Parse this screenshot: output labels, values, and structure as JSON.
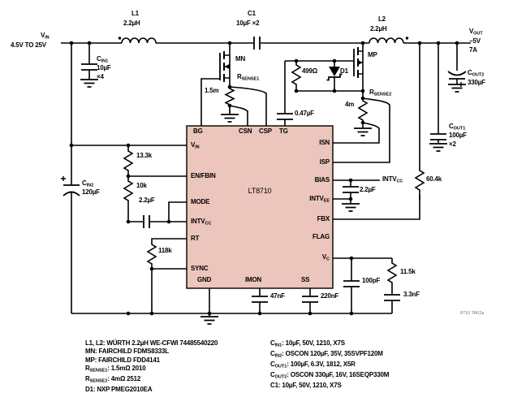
{
  "colors": {
    "ic_fill": "#ecc5bc",
    "line": "#000000",
    "watermark": "#777777"
  },
  "ic": {
    "part": "LT8710",
    "pins": {
      "bg": "BG",
      "csn": "CSN",
      "csp": "CSP",
      "tg": "TG",
      "vin": [
        [
          "t",
          "V"
        ],
        [
          "s",
          "IN"
        ]
      ],
      "enfbin": "EN/FBIN",
      "mode": "MODE",
      "intvcc": [
        [
          "t",
          "INTV"
        ],
        [
          "s",
          "CC"
        ]
      ],
      "rt": "RT",
      "sync": "SYNC",
      "gnd": "GND",
      "imon": "IMON",
      "ss": "SS",
      "isn": "ISN",
      "isp": "ISP",
      "bias": "BIAS",
      "intvee": [
        [
          "t",
          "INTV"
        ],
        [
          "s",
          "EE"
        ]
      ],
      "fbx": "FBX",
      "flag": "FLAG",
      "vc": [
        [
          "t",
          "V"
        ],
        [
          "s",
          "C"
        ]
      ]
    }
  },
  "terminals": {
    "vin": {
      "name": [
        [
          "t",
          "V"
        ],
        [
          "s",
          "IN"
        ]
      ],
      "range": "4.5V TO 25V"
    },
    "vout": {
      "name": [
        [
          "t",
          "V"
        ],
        [
          "s",
          "OUT"
        ]
      ],
      "voltage": "−5V",
      "current": "7A"
    }
  },
  "components": {
    "l1": {
      "name": "L1",
      "value": "2.2µH"
    },
    "l2": {
      "name": "L2",
      "value": "2.2µH"
    },
    "c1": {
      "name": "C1",
      "value": "10µF ×2"
    },
    "cin1": {
      "name": [
        [
          "t",
          "C"
        ],
        [
          "s",
          "IN1"
        ]
      ],
      "value": "10µF",
      "qty": "×4"
    },
    "cin2": {
      "name": [
        [
          "t",
          "C"
        ],
        [
          "s",
          "IN2"
        ]
      ],
      "value": "120µF"
    },
    "cout1": {
      "name": [
        [
          "t",
          "C"
        ],
        [
          "s",
          "OUT1"
        ]
      ],
      "value": "100µF",
      "qty": "×2"
    },
    "cout2": {
      "name": [
        [
          "t",
          "C"
        ],
        [
          "s",
          "OUT2"
        ]
      ],
      "value": "330µF"
    },
    "mn": "MN",
    "mp": "MP",
    "d1": "D1",
    "rsense1": {
      "name": [
        [
          "t",
          "R"
        ],
        [
          "s",
          "SENSE1"
        ]
      ],
      "value": "1.5m"
    },
    "rsense2": {
      "name": [
        [
          "t",
          "R"
        ],
        [
          "s",
          "SENSE2"
        ]
      ],
      "value": "4m"
    },
    "r499": "499Ω",
    "c047": "0.47µF",
    "r133k": "13.3k",
    "r10k": "10k",
    "c22a": "2.2µF",
    "r118k": "118k",
    "intvcc_net": [
      [
        "t",
        "INTV"
      ],
      [
        "s",
        "CC"
      ]
    ],
    "c22b": "2.2µF",
    "r604k": "60.4k",
    "c100p": "100pF",
    "r115k": "11.5k",
    "c33n": "3.3nF",
    "c47n": "47nF",
    "c220n": "220nF"
  },
  "notes": {
    "left": [
      [
        [
          "t",
          "L1, L2: WÜRTH 2.2µH WE-CFWI 74485540220"
        ]
      ],
      [
        [
          "t",
          "MN: FAIRCHILD FDMS8333L"
        ]
      ],
      [
        [
          "t",
          "MP: FAIRCHILD FDD4141"
        ]
      ],
      [
        [
          "t",
          "R"
        ],
        [
          "s",
          "SENSE1"
        ],
        [
          "t",
          ": 1.5mΩ 2010"
        ]
      ],
      [
        [
          "t",
          "R"
        ],
        [
          "s",
          "SENSE2"
        ],
        [
          "t",
          ": 4mΩ 2512"
        ]
      ],
      [
        [
          "t",
          "D1: NXP PMEG2010EA"
        ]
      ]
    ],
    "right": [
      [
        [
          "t",
          "C"
        ],
        [
          "s",
          "IN1"
        ],
        [
          "t",
          ": 10µF, 50V, 1210, X7S"
        ]
      ],
      [
        [
          "t",
          "C"
        ],
        [
          "s",
          "IN2"
        ],
        [
          "t",
          ": OSCON 120µF, 35V, 35SVPF120M"
        ]
      ],
      [
        [
          "t",
          "C"
        ],
        [
          "s",
          "OUT1"
        ],
        [
          "t",
          ": 100µF, 6.3V, 1812, X5R"
        ]
      ],
      [
        [
          "t",
          "C"
        ],
        [
          "s",
          "OUT2"
        ],
        [
          "t",
          ": OSCON 330µF, 16V, 16SEQP330M"
        ]
      ],
      [
        [
          "t",
          "C1: 10µF, 50V, 1210, X7S"
        ]
      ]
    ]
  },
  "watermark": "8710 TA02a"
}
